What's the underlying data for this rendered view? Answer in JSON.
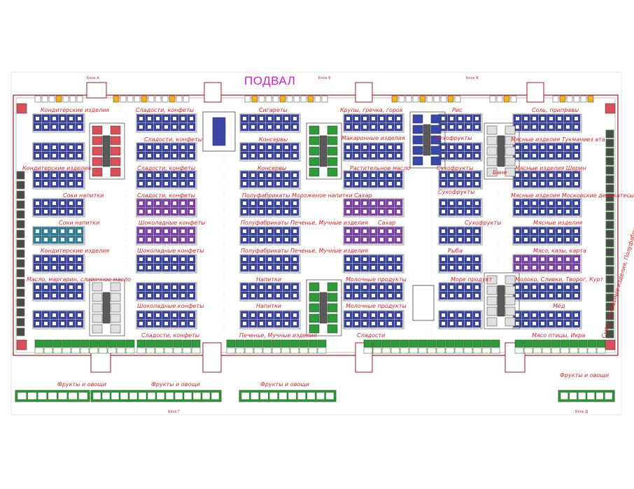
{
  "title": "ПОДВАЛ",
  "block_tags": [
    "Блок А",
    "Блок Б",
    "Блок В",
    "Блок Г",
    "Блок Д"
  ],
  "zone_labels": [
    "Кондитерские изделия",
    "Сладости, конфеты",
    "Сигареты",
    "Крупы, гречка, горох",
    "Рис",
    "Соль, приправы",
    "Сладости, конфеты",
    "Консервы",
    "Макаронные изделия",
    "Сухофрукты",
    "Мясные изделия Тукманиез ата",
    "Кондитерские изделия",
    "Сладости, конфеты",
    "Консервы",
    "Растительное масло",
    "Сухофрукты",
    "Бане",
    "Мясные изделия Шерин",
    "Соки напитки",
    "Сладости, конфеты",
    "Полуфабрикаты Мороженое напитки Сахар",
    "Сухофрукты",
    "Мясные изделия Московские деликатесы",
    "Соки напитки",
    "Шоколадные конфеты",
    "Полуфабрикаты Печенье, Мучные изделия",
    "Сахар",
    "Сухофрукты",
    "Мясные изделия",
    "Кондитерские изделия",
    "Шоколадные конфеты",
    "Полуфабрикаты Печенье, Мучные изделия",
    "Рыба",
    "Мясо, казы, карта",
    "Масло, маргарин, сливочное масло",
    "Напитки",
    "Молочные продукты",
    "Море продукт",
    "Молоко, Сливки, Творог, Курт",
    "Шоколадные конфеты",
    "Напитки",
    "Молочные продукты",
    "Мёд",
    "Сладости, конфеты",
    "Печенье, Мучные изделия",
    "Сладости",
    "Мясо птицы, Икра"
  ],
  "vertical_label": "Сыры, колбасные изделия, Полуфабрикаты, Ветчина, Капуста",
  "produce_labels": [
    "Фрукты и овощи",
    "Фрукты и овощи",
    "Фрукты и овощи",
    "Фрукты и овощи"
  ],
  "colors": {
    "title": "#d61ad6",
    "labels": "#e0202a",
    "outline": "#b0141e",
    "stall_blue": "#3b47a8",
    "stall_purple": "#8a3fb0",
    "stall_teal": "#2b8a9a",
    "stall_red": "#d8505a",
    "produce_green": "#2f9a3a",
    "frame_yellow": "#f2d21a"
  }
}
